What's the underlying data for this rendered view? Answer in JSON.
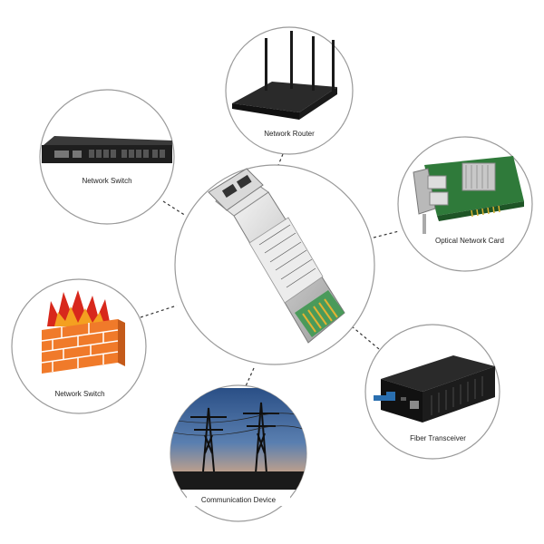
{
  "diagram": {
    "center": {
      "device": "sfp-transceiver-module"
    },
    "nodes": [
      {
        "id": "network-router",
        "label": "Network Router",
        "icon": "router-icon"
      },
      {
        "id": "network-switch-top",
        "label": "Network Switch",
        "icon": "switch-icon"
      },
      {
        "id": "optical-network-card",
        "label": "Optical Network Card",
        "icon": "network-card-icon"
      },
      {
        "id": "network-switch-bottom",
        "label": "Network Switch",
        "icon": "firewall-icon"
      },
      {
        "id": "fiber-transceiver",
        "label": "Fiber Transceiver",
        "icon": "media-converter-icon"
      },
      {
        "id": "communication-device",
        "label": "Communication Device",
        "icon": "power-tower-icon"
      }
    ],
    "colors": {
      "circle_stroke": "#9a9a9a",
      "connector": "#333333",
      "brick": "#f07a2a",
      "flame": "#d8281c",
      "device_dark": "#1c1c1c",
      "sky_top": "#2a4f86",
      "sky_bottom": "#f0b07a"
    }
  }
}
